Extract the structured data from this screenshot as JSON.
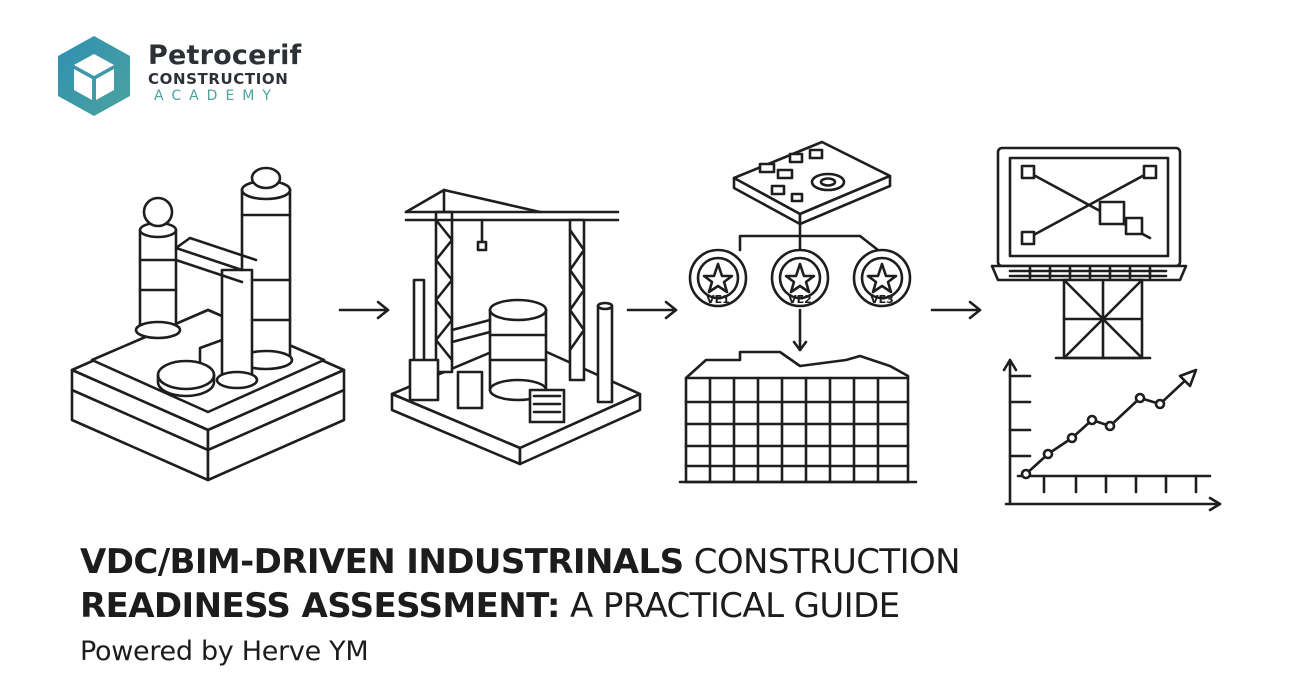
{
  "logo": {
    "name": "Petrocerif",
    "line2": "CONSTRUCTION",
    "line3": "ACADEMY",
    "colors": {
      "primary": "#2f8fb3",
      "secondary": "#4ba39e",
      "dark": "#2b3137"
    }
  },
  "illustration": {
    "stages": [
      {
        "icon": "industrial-plant-icon"
      },
      {
        "icon": "construction-site-crane-icon"
      },
      {
        "icon": "bim-model-network-icon"
      },
      {
        "icon": "laptop-progress-chart-icon"
      }
    ],
    "arrows": [
      "arrow-right-icon",
      "arrow-right-icon",
      "arrow-right-icon"
    ],
    "coin_labels": [
      "VE1",
      "VE2",
      "VE3"
    ]
  },
  "title": {
    "line1_bold": "VDC/BIM-DRIVEN INDUSTRINALS",
    "line1_regular": " CONSTRUCTION",
    "line2_bold": "READINESS ASSESSMENT:",
    "line2_regular": " A PRACTICAL GUIDE"
  },
  "subtitle": "Powered by Herve YM"
}
